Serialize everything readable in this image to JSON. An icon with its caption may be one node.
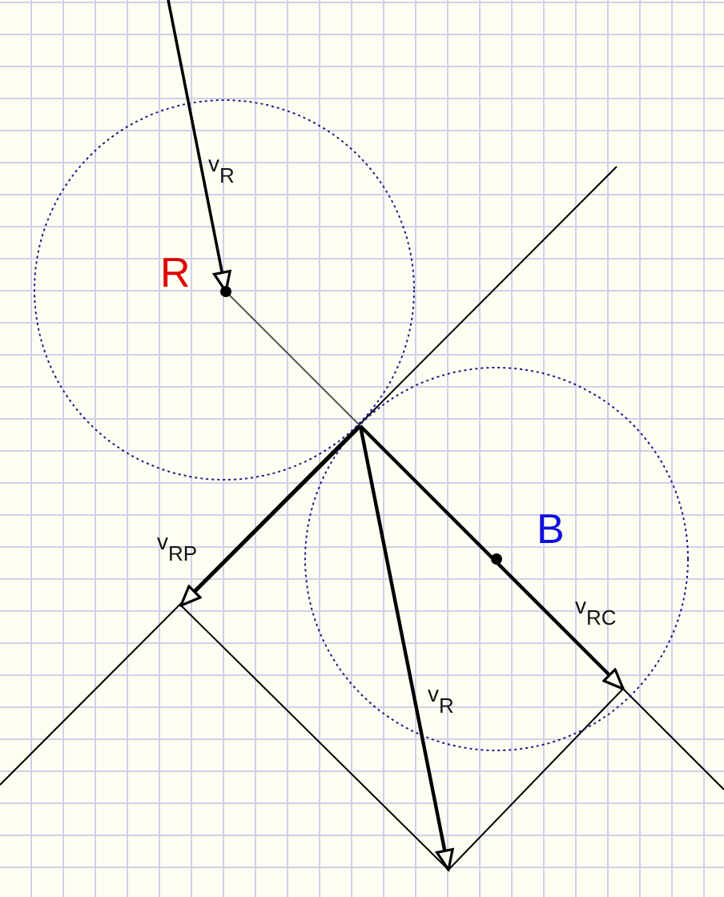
{
  "diagram": {
    "nodes": [
      {
        "text": [
          "R"
        ]
      },
      {
        "text": [
          "B"
        ]
      }
    ],
    "labels": [
      "v$_{R}$",
      "v$_{RP}$",
      "v$_{RC}$",
      "v$_{R}$"
    ]
  }
}
